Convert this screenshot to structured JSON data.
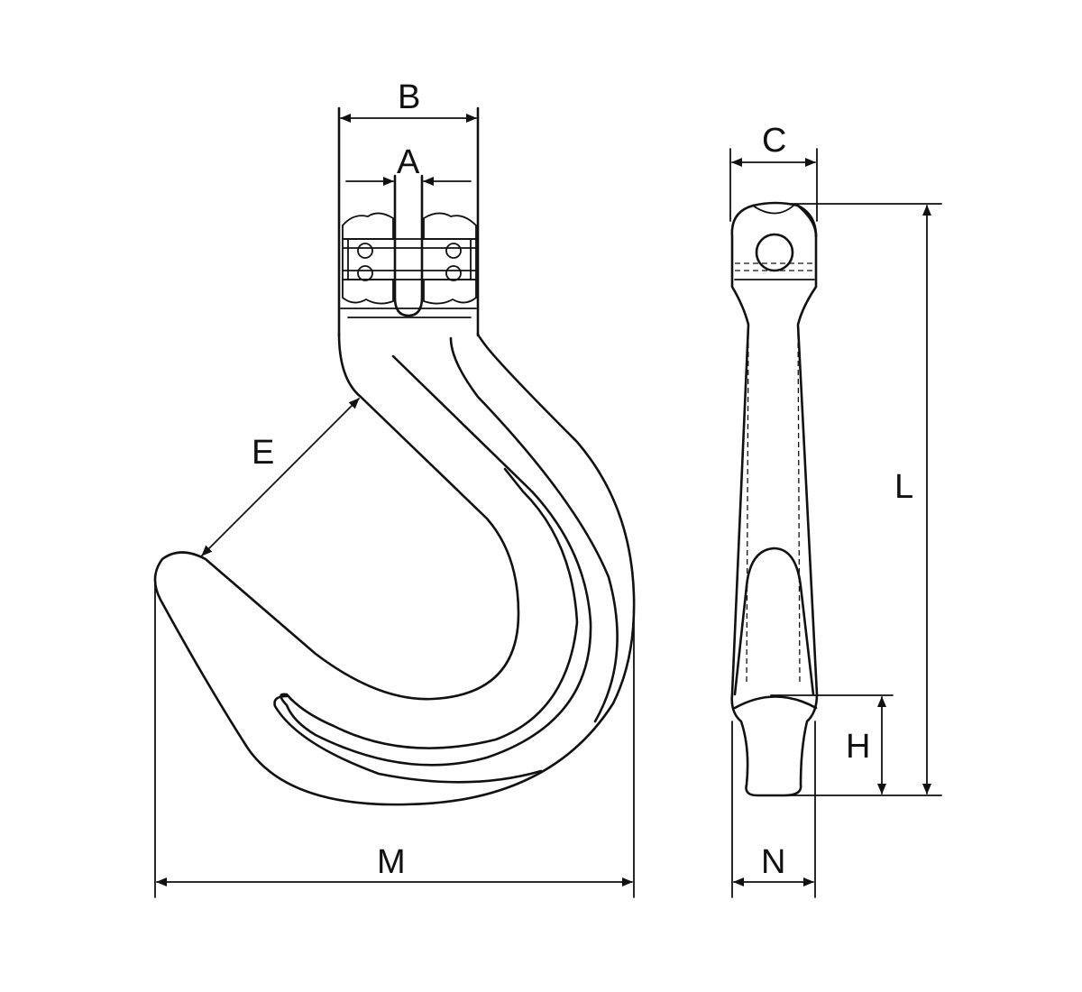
{
  "diagram": {
    "labels": {
      "A": "A",
      "B": "B",
      "C": "C",
      "E": "E",
      "H": "H",
      "L": "L",
      "M": "M",
      "N": "N"
    }
  }
}
